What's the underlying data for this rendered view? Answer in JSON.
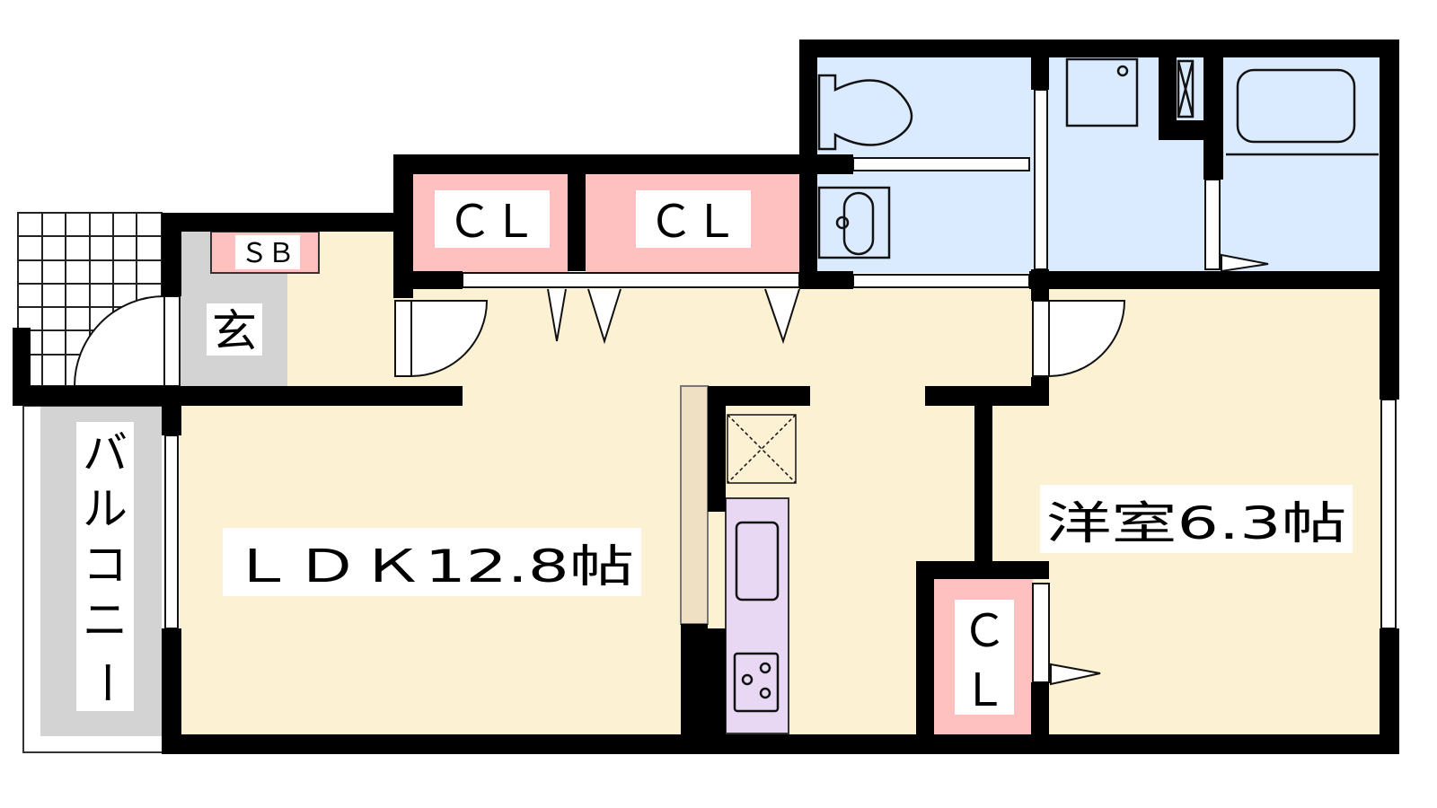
{
  "floorplan": {
    "rooms": {
      "ldk": "ＬＤＫ12.8帖",
      "western_room": "洋室6.3帖",
      "closet_1": "ＣＬ",
      "closet_2": "ＣＬ",
      "closet_3_top": "Ｃ",
      "closet_3_bottom": "Ｌ",
      "shoe_box": "ＳＢ",
      "entrance": "玄",
      "balcony": [
        "バ",
        "ル",
        "コ",
        "ニ",
        "ー"
      ]
    },
    "colors": {
      "living": "#fdf1d3",
      "closet": "#ffc0c0",
      "wet_area": "#dbebff",
      "entrance": "#d3d3d3",
      "kitchen": "#e8d8f4",
      "wall": "#000000"
    }
  }
}
